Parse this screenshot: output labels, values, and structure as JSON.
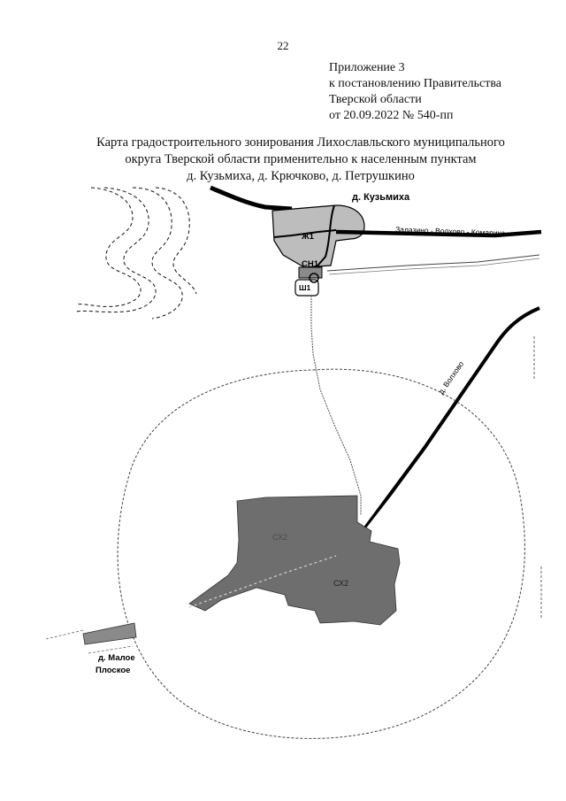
{
  "page_number": "22",
  "appendix": {
    "line1": "Приложение 3",
    "line2": "к постановлению Правительства",
    "line3": "Тверской области",
    "line4": "от 20.09.2022 № 540-пп"
  },
  "title": {
    "line1": "Карта градостроительного зонирования Лихославльского муниципального",
    "line2": "округа Тверской области  применительно к населенным пунктам",
    "line3": "д. Кузьмиха, д. Крючково, д. Петрушкино"
  },
  "map": {
    "village_kuzmikha": "д. Кузьмиха",
    "road_zalazino": "Залазино - Волхово - Комарика",
    "road_volkhovo": "д. Волхово",
    "zone_zh1": "Ж1",
    "zone_sn1": "СН1",
    "zone_sh1": "Ш1",
    "zone_skh2_a": "СХ2",
    "zone_skh2_b": "СХ2",
    "village_maloe_line1": "д. Малое",
    "village_maloe_line2": "Плоское",
    "colors": {
      "settlement_fill": "#bdbdbd",
      "agri_zone_fill": "#6e6e6e",
      "road": "#000000"
    }
  }
}
